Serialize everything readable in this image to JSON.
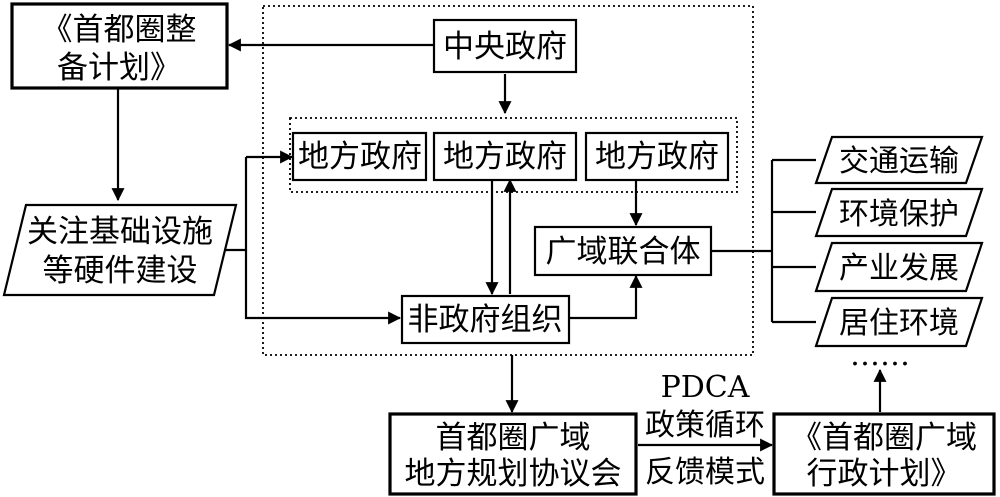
{
  "nodes": {
    "plan_top_line1": "《首都圈整",
    "plan_top_line2": "备计划》",
    "central_gov": "中央政府",
    "local_gov_1": "地方政府",
    "local_gov_2": "地方政府",
    "local_gov_3": "地方政府",
    "infra_line1": "关注基础设施",
    "infra_line2": "等硬件建设",
    "wide_area_union": "广域联合体",
    "ngo": "非政府组织",
    "council_line1": "首都圈广域",
    "council_line2": "地方规划协议会",
    "admin_plan_line1": "《首都圈广域",
    "admin_plan_line2": "行政计划》"
  },
  "fields": [
    "交通运输",
    "环境保护",
    "产业发展",
    "居住环境"
  ],
  "ellipsis": "……",
  "feedback": {
    "line1": "PDCA",
    "line2": "政策循环",
    "line3": "反馈模式"
  }
}
